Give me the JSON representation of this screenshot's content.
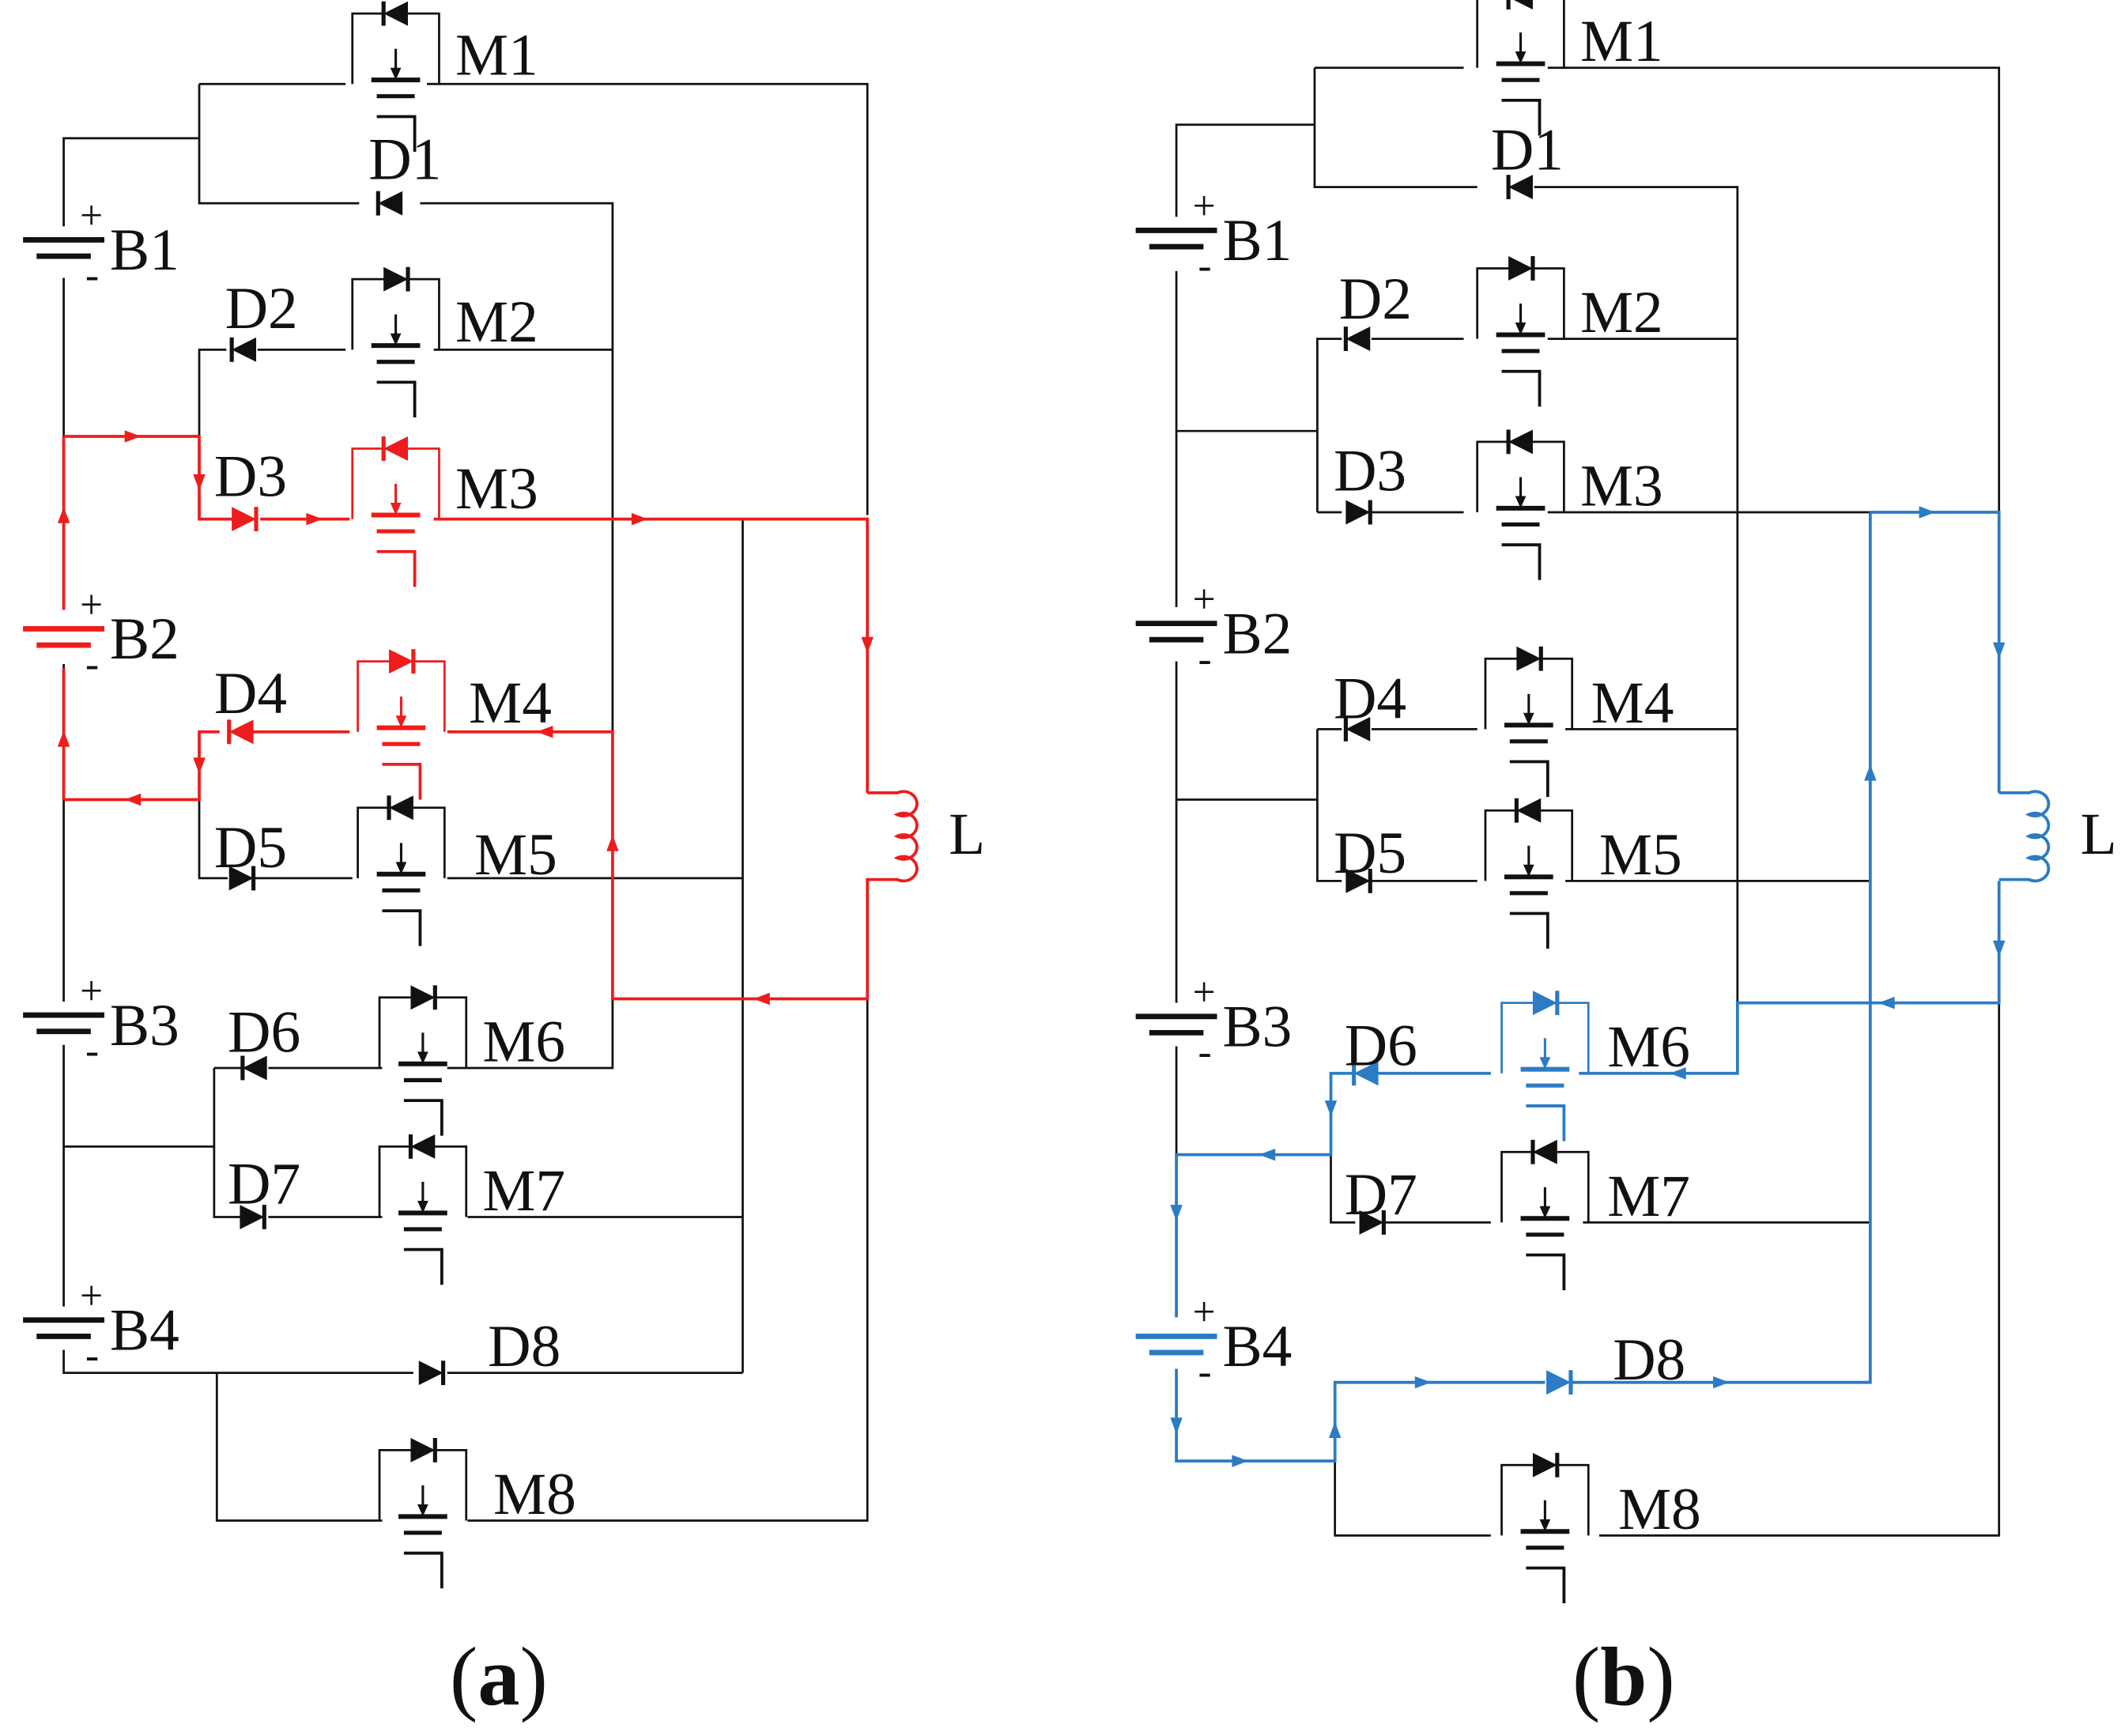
{
  "colors": {
    "wire": "#111111",
    "path_a": "#ee1c1c",
    "path_b": "#2c7bc4"
  },
  "labels": {
    "mosfets": [
      "M1",
      "M2",
      "M3",
      "M4",
      "M5",
      "M6",
      "M7",
      "M8"
    ],
    "diodes": [
      "D1",
      "D2",
      "D3",
      "D4",
      "D5",
      "D6",
      "D7",
      "D8"
    ],
    "batteries": [
      "B1",
      "B2",
      "B3",
      "B4"
    ],
    "inductor": "L",
    "plus": "+",
    "minus": "-"
  },
  "panels": [
    {
      "id": "a",
      "caption_open": "(",
      "caption_letter": "a",
      "caption_close": ")",
      "highlight_color": "path_a"
    },
    {
      "id": "b",
      "caption_open": "(",
      "caption_letter": "b",
      "caption_close": ")",
      "highlight_color": "path_b"
    }
  ]
}
